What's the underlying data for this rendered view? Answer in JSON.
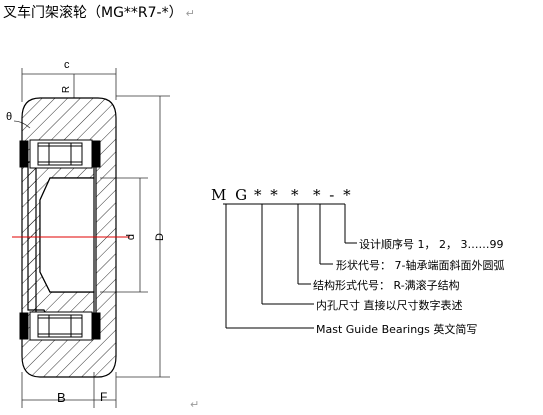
{
  "title": {
    "text": "叉车门架滚轮（MG**R7-*）",
    "return_mark": "↵"
  },
  "dimensions": {
    "c": "c",
    "r": "R",
    "theta": "θ",
    "d": "d",
    "D": "D",
    "B": "B",
    "F": "F"
  },
  "code": {
    "mg": "M G",
    "stars": "* *",
    "star2": "*",
    "star3_dash": "* - *"
  },
  "labels": {
    "l1": "设计顺序号 1， 2， 3……99",
    "l2": "形状代号： 7-轴承端面斜面外圆弧",
    "l3": "结构形式代号： R-满滚子结构",
    "l4": "内孔尺寸 直接以尺寸数字表述",
    "l5": "Mast Guide Bearings 英文简写"
  },
  "footer": {
    "return_mark": "↵"
  },
  "colors": {
    "centerline": "#e00000",
    "line": "#000000",
    "dim_line": "#333333"
  }
}
